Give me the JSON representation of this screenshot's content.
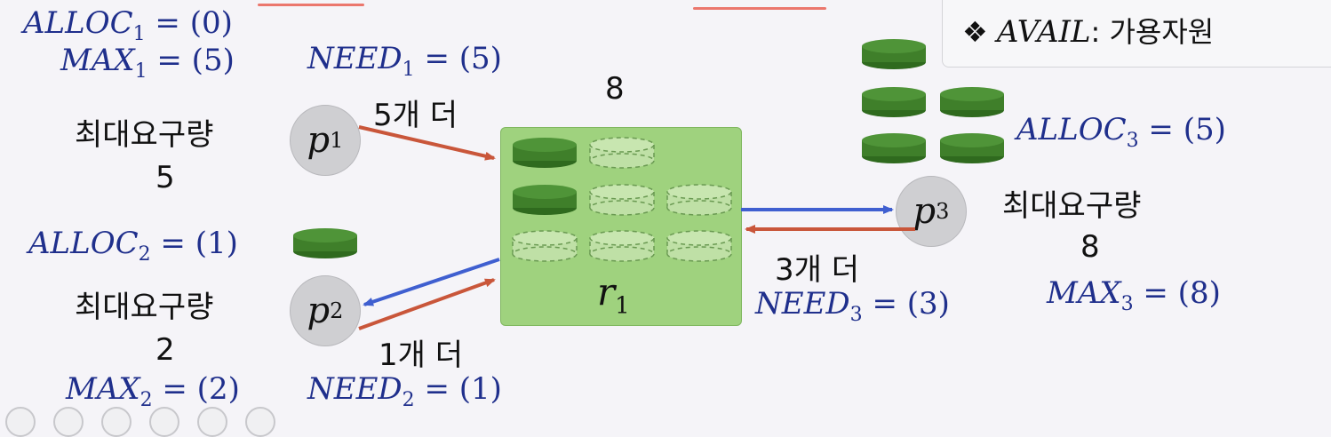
{
  "legend": {
    "symbol": "❖",
    "term": "AVAIL",
    "sep": ":",
    "desc": "가용자원"
  },
  "p1": {
    "node": "p",
    "node_sub": "1",
    "alloc": {
      "name": "ALLOC",
      "sub": "1",
      "eq": "= (0)"
    },
    "max": {
      "name": "MAX",
      "sub": "1",
      "eq": "= (5)"
    },
    "need": {
      "name": "NEED",
      "sub": "1",
      "eq": "= (5)"
    },
    "max_label": "최대요구량",
    "max_value": "5",
    "request_label": "5개 더"
  },
  "p2": {
    "node": "p",
    "node_sub": "2",
    "alloc": {
      "name": "ALLOC",
      "sub": "2",
      "eq": "= (1)"
    },
    "max": {
      "name": "MAX",
      "sub": "2",
      "eq": "= (2)"
    },
    "need": {
      "name": "NEED",
      "sub": "2",
      "eq": "= (1)"
    },
    "max_label": "최대요구량",
    "max_value": "2",
    "request_label": "1개 더"
  },
  "p3": {
    "node": "p",
    "node_sub": "3",
    "alloc": {
      "name": "ALLOC",
      "sub": "3",
      "eq": "= (5)"
    },
    "max": {
      "name": "MAX",
      "sub": "3",
      "eq": "= (8)"
    },
    "need": {
      "name": "NEED",
      "sub": "3",
      "eq": "= (3)"
    },
    "max_label": "최대요구량",
    "max_value": "8",
    "request_label": "3개 더"
  },
  "resource": {
    "label": "r",
    "label_sub": "1",
    "total": "8"
  },
  "colors": {
    "request_arrow": "#c9563a",
    "assign_arrow": "#3f5fd0",
    "unit_fill": "#3f7f2a",
    "resource_fill": "#9fd27e"
  }
}
